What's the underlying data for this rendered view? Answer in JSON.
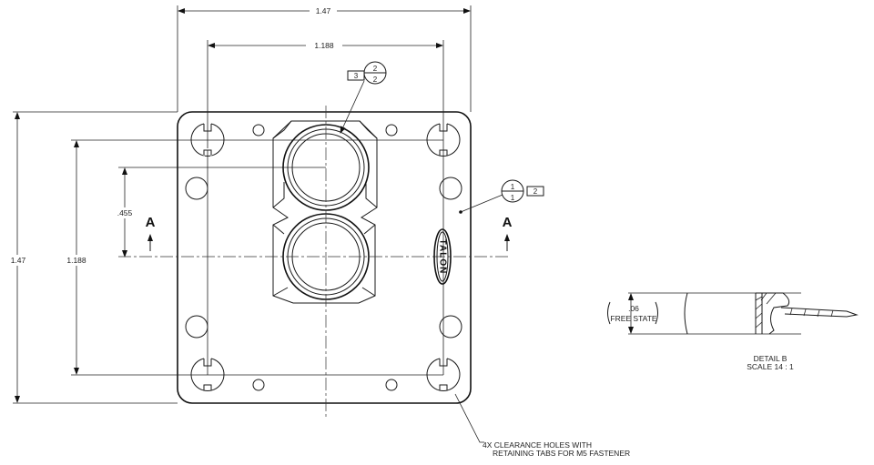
{
  "dimensions": {
    "overall_width": "1.47",
    "hole_spacing_width": "1.188",
    "overall_height": "1.47",
    "hole_spacing_height": "1.188",
    "port_offset": ".455"
  },
  "section_label": "A",
  "callouts": {
    "callout_top": {
      "box": "3",
      "top": "2",
      "bottom": "2"
    },
    "callout_right": {
      "top": "1",
      "bottom": "1",
      "box": "2"
    }
  },
  "logo_text": "TALON",
  "note_lines": [
    "4X CLEARANCE HOLES WITH",
    "RETAINING TABS FOR M5 FASTENER"
  ],
  "detail": {
    "dimension": ".06",
    "dimension_note": "FREE STATE",
    "title": "DETAIL B",
    "scale": "SCALE 14 : 1"
  }
}
